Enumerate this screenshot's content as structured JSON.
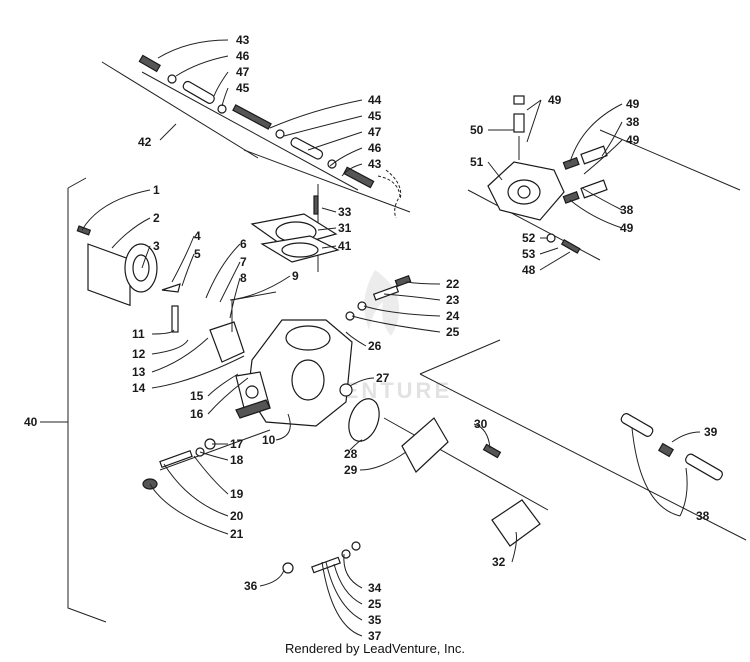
{
  "watermark": "VENTURE",
  "footer": "Rendered by LeadVenture, Inc.",
  "callouts": [
    {
      "id": "c43a",
      "text": "43"
    },
    {
      "id": "c46a",
      "text": "46"
    },
    {
      "id": "c47a",
      "text": "47"
    },
    {
      "id": "c45a",
      "text": "45"
    },
    {
      "id": "c42",
      "text": "42"
    },
    {
      "id": "c44",
      "text": "44"
    },
    {
      "id": "c45b",
      "text": "45"
    },
    {
      "id": "c47b",
      "text": "47"
    },
    {
      "id": "c46b",
      "text": "46"
    },
    {
      "id": "c43b",
      "text": "43"
    },
    {
      "id": "c49a",
      "text": "49"
    },
    {
      "id": "c50",
      "text": "50"
    },
    {
      "id": "c51",
      "text": "51"
    },
    {
      "id": "c49b",
      "text": "49"
    },
    {
      "id": "c38a",
      "text": "38"
    },
    {
      "id": "c49c",
      "text": "49"
    },
    {
      "id": "c38b",
      "text": "38"
    },
    {
      "id": "c49d",
      "text": "49"
    },
    {
      "id": "c52",
      "text": "52"
    },
    {
      "id": "c53",
      "text": "53"
    },
    {
      "id": "c48",
      "text": "48"
    },
    {
      "id": "c1",
      "text": "1"
    },
    {
      "id": "c2",
      "text": "2"
    },
    {
      "id": "c3",
      "text": "3"
    },
    {
      "id": "c4",
      "text": "4"
    },
    {
      "id": "c5",
      "text": "5"
    },
    {
      "id": "c6",
      "text": "6"
    },
    {
      "id": "c7",
      "text": "7"
    },
    {
      "id": "c8",
      "text": "8"
    },
    {
      "id": "c9",
      "text": "9"
    },
    {
      "id": "c33",
      "text": "33"
    },
    {
      "id": "c31",
      "text": "31"
    },
    {
      "id": "c41",
      "text": "41"
    },
    {
      "id": "c22",
      "text": "22"
    },
    {
      "id": "c23",
      "text": "23"
    },
    {
      "id": "c24",
      "text": "24"
    },
    {
      "id": "c25a",
      "text": "25"
    },
    {
      "id": "c26",
      "text": "26"
    },
    {
      "id": "c11",
      "text": "11"
    },
    {
      "id": "c12",
      "text": "12"
    },
    {
      "id": "c13",
      "text": "13"
    },
    {
      "id": "c14",
      "text": "14"
    },
    {
      "id": "c15",
      "text": "15"
    },
    {
      "id": "c16",
      "text": "16"
    },
    {
      "id": "c27",
      "text": "27"
    },
    {
      "id": "c40",
      "text": "40"
    },
    {
      "id": "c10",
      "text": "10"
    },
    {
      "id": "c28",
      "text": "28"
    },
    {
      "id": "c30",
      "text": "30"
    },
    {
      "id": "c29",
      "text": "29"
    },
    {
      "id": "c39",
      "text": "39"
    },
    {
      "id": "c38c",
      "text": "38"
    },
    {
      "id": "c17",
      "text": "17"
    },
    {
      "id": "c18",
      "text": "18"
    },
    {
      "id": "c19",
      "text": "19"
    },
    {
      "id": "c20",
      "text": "20"
    },
    {
      "id": "c21",
      "text": "21"
    },
    {
      "id": "c32",
      "text": "32"
    },
    {
      "id": "c36",
      "text": "36"
    },
    {
      "id": "c34",
      "text": "34"
    },
    {
      "id": "c25c",
      "text": "25"
    },
    {
      "id": "c35",
      "text": "35"
    },
    {
      "id": "c37",
      "text": "37"
    }
  ]
}
